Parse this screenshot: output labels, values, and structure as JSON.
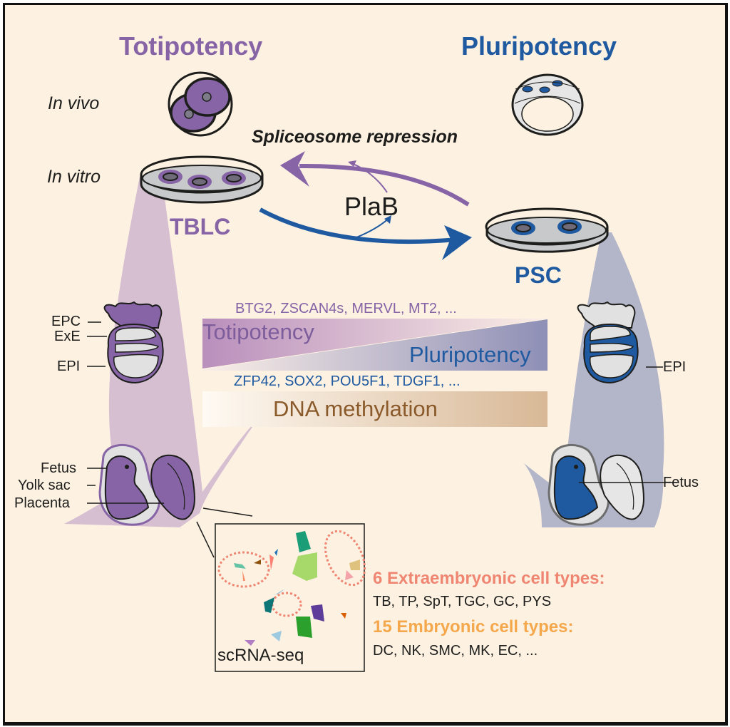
{
  "headings": {
    "left": "Totipotency",
    "right": "Pluripotency"
  },
  "row_labels": {
    "in_vivo": "In vivo",
    "in_vitro": "In vitro"
  },
  "cell_lines": {
    "left": "TBLC",
    "right": "PSC"
  },
  "conversion": {
    "title": "Spliceosome repression",
    "drug": "PlaB"
  },
  "gradient": {
    "toti_genes": "BTG2, ZSCAN4s, MERVL, MT2, ...",
    "toti_label": "Totipotency",
    "pluri_label": "Pluripotency",
    "pluri_genes": "ZFP42, SOX2, POU5F1, TDGF1, ...",
    "methylation_label": "DNA methylation"
  },
  "embryo_labels_left": {
    "epc": "EPC",
    "exe": "ExE",
    "epi": "EPI",
    "fetus": "Fetus",
    "yolk_sac": "Yolk sac",
    "placenta": "Placenta"
  },
  "embryo_labels_right": {
    "epi": "EPI",
    "fetus": "Fetus"
  },
  "scrna": {
    "label": "scRNA-seq"
  },
  "cell_types": {
    "extra_heading": "6 Extraembryonic cell types:",
    "extra_list": "TB, TP, SpT, TGC, GC, PYS",
    "embryonic_heading": "15 Embryonic cell types:",
    "embryonic_list": "DC, NK, SMC, MK, EC, ..."
  },
  "colors": {
    "background": "#fdf1e2",
    "totipotency_purple": "#8664a6",
    "pluripotency_blue": "#1f5aa0",
    "methylation_brown": "#8b5a2b",
    "extraembryonic_salmon": "#ef8672",
    "embryonic_orange": "#f5a84b"
  }
}
